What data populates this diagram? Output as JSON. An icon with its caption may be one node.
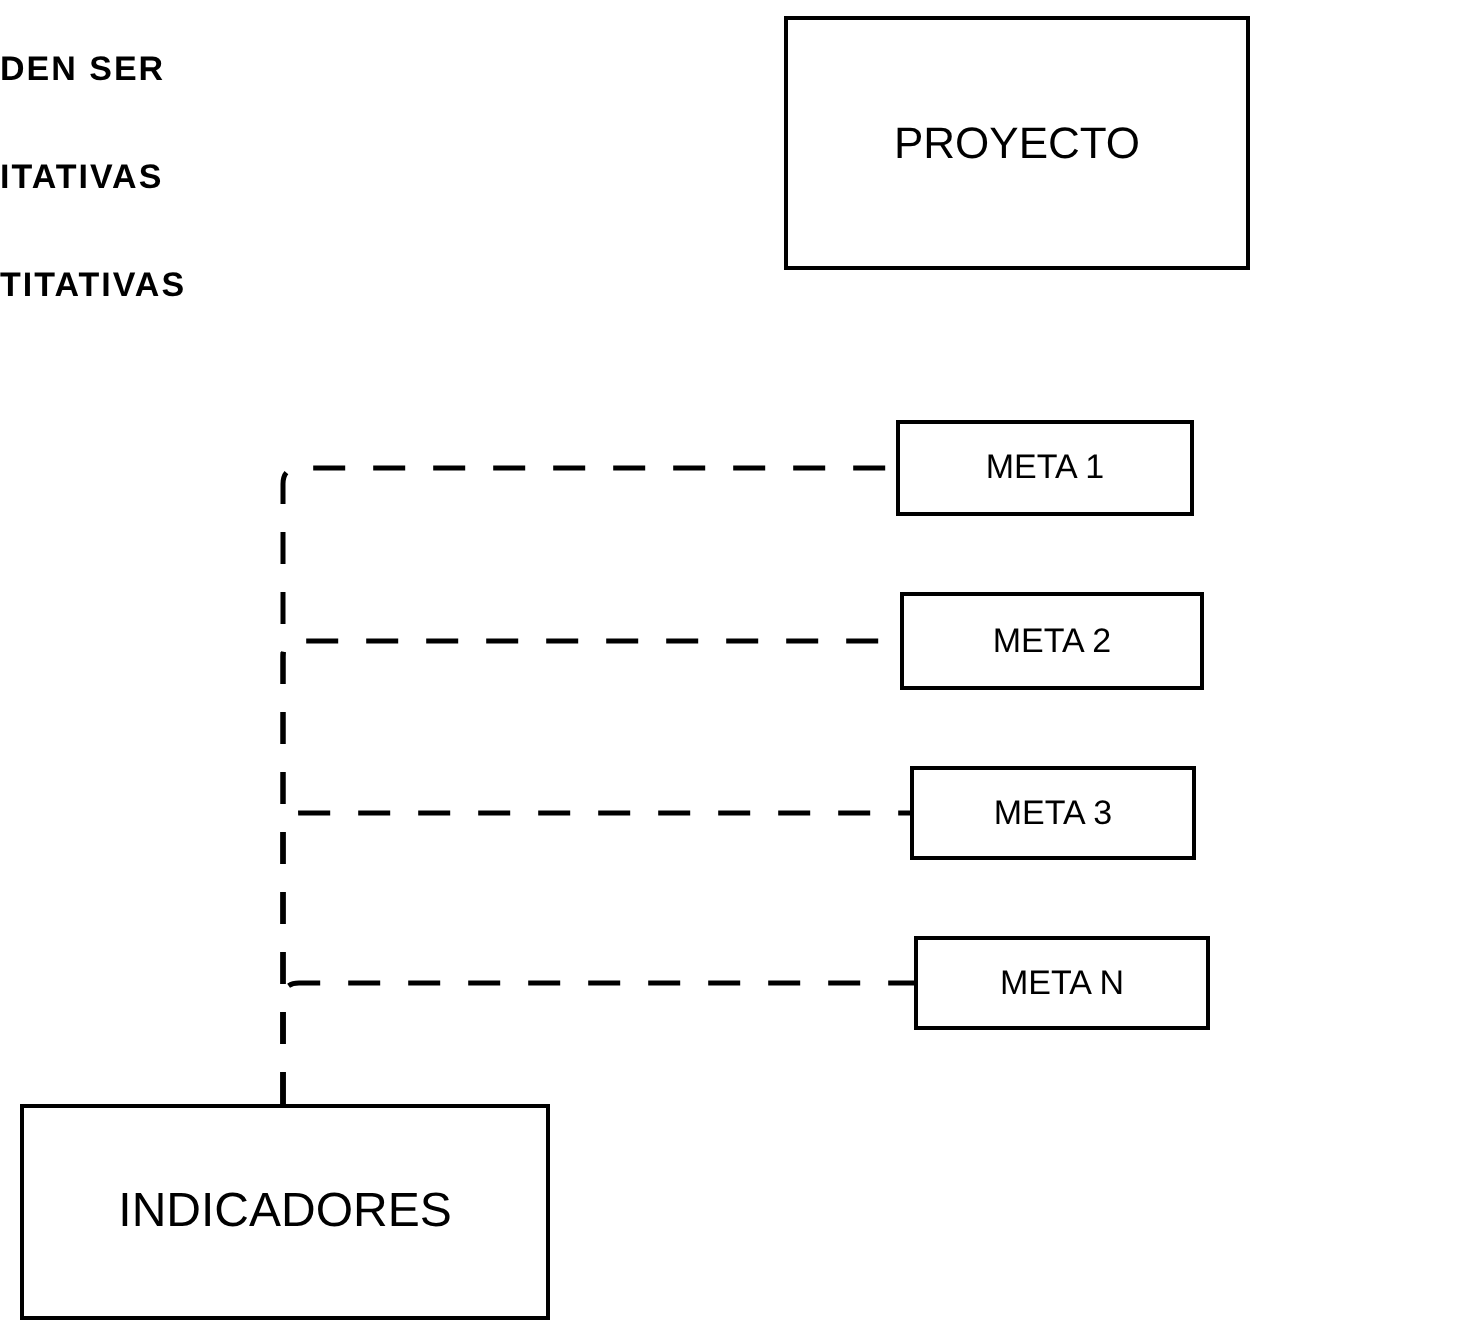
{
  "diagram": {
    "nodes": [
      {
        "text": [
          "PROYECTO"
        ]
      },
      {
        "text": [
          "META 1"
        ]
      },
      {
        "text": [
          "META 2"
        ]
      },
      {
        "text": [
          "META 3"
        ]
      },
      {
        "text": [
          "META N"
        ]
      },
      {
        "text": [
          "INDICADORES"
        ]
      }
    ],
    "edges": [
      {
        "from": 5,
        "to": 1,
        "arrow": "none",
        "style": "dashed"
      },
      {
        "from": 5,
        "to": 2,
        "arrow": "none",
        "style": "dashed"
      },
      {
        "from": 5,
        "to": 3,
        "arrow": "none",
        "style": "dashed"
      },
      {
        "from": 5,
        "to": 4,
        "arrow": "none",
        "style": "dashed"
      }
    ],
    "labels": [
      "DEN SER",
      "ITATIVAS",
      "TITATIVAS"
    ]
  }
}
